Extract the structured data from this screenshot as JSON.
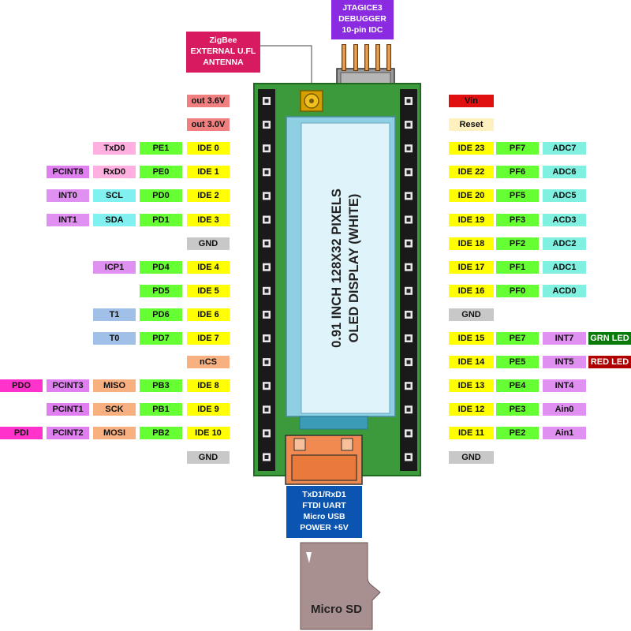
{
  "colors": {
    "pcb_green": "#3c9a3c",
    "pcb_edge": "#1e6a1e",
    "header_black": "#1a1a1a",
    "oled_frame": "#8ecfe3",
    "oled_screen": "#dff3fa",
    "ide_yellow": "#ffff00",
    "port_green": "#66ff33",
    "gnd_gray": "#c8c8c8",
    "power_salmon": "#f08080",
    "vin_red": "#e01010",
    "reset_cream": "#fff0c0",
    "adc_cyan": "#80f0e0",
    "int_violet": "#e090f0",
    "pink": "#ffb0e0",
    "comm_cyan": "#80f0f0",
    "t_blue": "#a0c0e8",
    "spi_orange": "#f8b080",
    "pcint_magenta": "#e080f0",
    "pd_magenta": "#ff33cc",
    "grn_led": "#0a7a0a",
    "red_led": "#b00000",
    "zigbee": "#d81b60",
    "jtag": "#8a2be2",
    "usb_blue": "#0b55b0",
    "usb_orange": "#f08a50",
    "sd_gray": "#a89090"
  },
  "oled_text": [
    "0.91 INCH 128X32 PIXELS",
    "OLED DISPLAY (WHITE)"
  ],
  "callouts": {
    "zigbee": [
      "ZigBee",
      "EXTERNAL U.FL",
      "ANTENNA"
    ],
    "jtag": [
      "JTAGICE3",
      "DEBUGGER",
      "10-pin IDC"
    ],
    "usb": [
      "TxD1/RxD1",
      "FTDI UART",
      "Micro USB",
      "POWER +5V"
    ],
    "sd": "Micro SD"
  },
  "left_pins": [
    [
      [
        "out 3.6V",
        "power_salmon"
      ]
    ],
    [
      [
        "out 3.0V",
        "power_salmon"
      ]
    ],
    [
      [
        "IDE 0",
        "ide_yellow"
      ],
      [
        "PE1",
        "port_green"
      ],
      [
        "TxD0",
        "pink"
      ]
    ],
    [
      [
        "IDE 1",
        "ide_yellow"
      ],
      [
        "PE0",
        "port_green"
      ],
      [
        "RxD0",
        "pink"
      ],
      [
        "PCINT8",
        "pcint_magenta"
      ]
    ],
    [
      [
        "IDE 2",
        "ide_yellow"
      ],
      [
        "PD0",
        "port_green"
      ],
      [
        "SCL",
        "comm_cyan"
      ],
      [
        "INT0",
        "int_violet"
      ]
    ],
    [
      [
        "IDE 3",
        "ide_yellow"
      ],
      [
        "PD1",
        "port_green"
      ],
      [
        "SDA",
        "comm_cyan"
      ],
      [
        "INT1",
        "int_violet"
      ]
    ],
    [
      [
        "GND",
        "gnd_gray"
      ]
    ],
    [
      [
        "IDE 4",
        "ide_yellow"
      ],
      [
        "PD4",
        "port_green"
      ],
      [
        "ICP1",
        "int_violet"
      ]
    ],
    [
      [
        "IDE 5",
        "ide_yellow"
      ],
      [
        "PD5",
        "port_green"
      ]
    ],
    [
      [
        "IDE 6",
        "ide_yellow"
      ],
      [
        "PD6",
        "port_green"
      ],
      [
        "T1",
        "t_blue"
      ]
    ],
    [
      [
        "IDE 7",
        "ide_yellow"
      ],
      [
        "PD7",
        "port_green"
      ],
      [
        "T0",
        "t_blue"
      ]
    ],
    [
      [
        "nCS",
        "spi_orange"
      ]
    ],
    [
      [
        "IDE 8",
        "ide_yellow"
      ],
      [
        "PB3",
        "port_green"
      ],
      [
        "MISO",
        "spi_orange"
      ],
      [
        "PCINT3",
        "pcint_magenta"
      ],
      [
        "PDO",
        "pd_magenta"
      ]
    ],
    [
      [
        "IDE 9",
        "ide_yellow"
      ],
      [
        "PB1",
        "port_green"
      ],
      [
        "SCK",
        "spi_orange"
      ],
      [
        "PCINT1",
        "pcint_magenta"
      ]
    ],
    [
      [
        "IDE 10",
        "ide_yellow"
      ],
      [
        "PB2",
        "port_green"
      ],
      [
        "MOSI",
        "spi_orange"
      ],
      [
        "PCINT2",
        "pcint_magenta"
      ],
      [
        "PDI",
        "pd_magenta"
      ]
    ],
    [
      [
        "GND",
        "gnd_gray"
      ]
    ]
  ],
  "right_pins": [
    [
      [
        "Vin",
        "vin_red"
      ]
    ],
    [
      [
        "Reset",
        "reset_cream"
      ]
    ],
    [
      [
        "IDE 23",
        "ide_yellow"
      ],
      [
        "PF7",
        "port_green"
      ],
      [
        "ADC7",
        "adc_cyan"
      ]
    ],
    [
      [
        "IDE 22",
        "ide_yellow"
      ],
      [
        "PF6",
        "port_green"
      ],
      [
        "ADC6",
        "adc_cyan"
      ]
    ],
    [
      [
        "IDE 20",
        "ide_yellow"
      ],
      [
        "PF5",
        "port_green"
      ],
      [
        "ADC5",
        "adc_cyan"
      ]
    ],
    [
      [
        "IDE 19",
        "ide_yellow"
      ],
      [
        "PF3",
        "port_green"
      ],
      [
        "ACD3",
        "adc_cyan"
      ]
    ],
    [
      [
        "IDE 18",
        "ide_yellow"
      ],
      [
        "PF2",
        "port_green"
      ],
      [
        "ADC2",
        "adc_cyan"
      ]
    ],
    [
      [
        "IDE 17",
        "ide_yellow"
      ],
      [
        "PF1",
        "port_green"
      ],
      [
        "ADC1",
        "adc_cyan"
      ]
    ],
    [
      [
        "IDE 16",
        "ide_yellow"
      ],
      [
        "PF0",
        "port_green"
      ],
      [
        "ACD0",
        "adc_cyan"
      ]
    ],
    [
      [
        "GND",
        "gnd_gray"
      ]
    ],
    [
      [
        "IDE 15",
        "ide_yellow"
      ],
      [
        "PE7",
        "port_green"
      ],
      [
        "INT7",
        "int_violet"
      ],
      [
        "GRN LED",
        "grn_led"
      ]
    ],
    [
      [
        "IDE 14",
        "ide_yellow"
      ],
      [
        "PE5",
        "port_green"
      ],
      [
        "INT5",
        "int_violet"
      ],
      [
        "RED LED",
        "red_led"
      ]
    ],
    [
      [
        "IDE 13",
        "ide_yellow"
      ],
      [
        "PE4",
        "port_green"
      ],
      [
        "INT4",
        "int_violet"
      ]
    ],
    [
      [
        "IDE 12",
        "ide_yellow"
      ],
      [
        "PE3",
        "port_green"
      ],
      [
        "Ain0",
        "int_violet"
      ]
    ],
    [
      [
        "IDE 11",
        "ide_yellow"
      ],
      [
        "PE2",
        "port_green"
      ],
      [
        "Ain1",
        "int_violet"
      ]
    ],
    [
      [
        "GND",
        "gnd_gray"
      ]
    ]
  ]
}
